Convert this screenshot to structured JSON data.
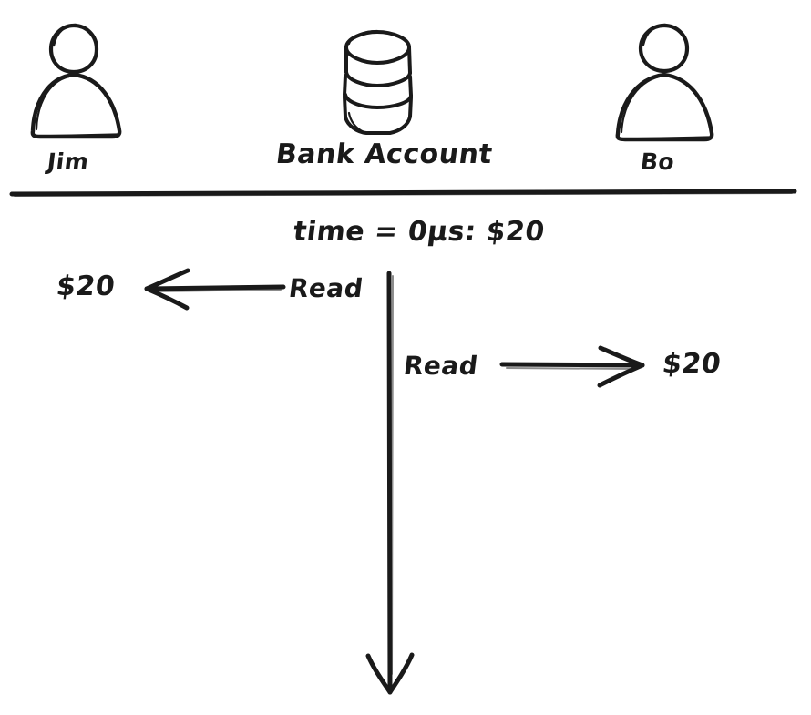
{
  "diagram": {
    "title_text": "time = 0μs: $20",
    "style": "hand-drawn whiteboard sketch",
    "ink_color": "#1a1a1a",
    "background_color": "#ffffff",
    "actors": {
      "left": {
        "name": "Jim",
        "icon": "person-icon"
      },
      "center": {
        "name": "Bank Account",
        "icon": "database-cylinder-icon"
      },
      "right": {
        "name": "Bo",
        "icon": "person-icon"
      }
    },
    "timeline": {
      "direction": "downward",
      "icon": "down-arrow-icon"
    },
    "messages": [
      {
        "id": "jim-read",
        "actor": "Jim",
        "operation": "Read",
        "direction": "left",
        "arrow_icon": "arrow-left-icon",
        "result": "$20"
      },
      {
        "id": "bo-read",
        "actor": "Bo",
        "operation": "Read",
        "direction": "right",
        "arrow_icon": "arrow-right-icon",
        "result": "$20"
      }
    ]
  }
}
